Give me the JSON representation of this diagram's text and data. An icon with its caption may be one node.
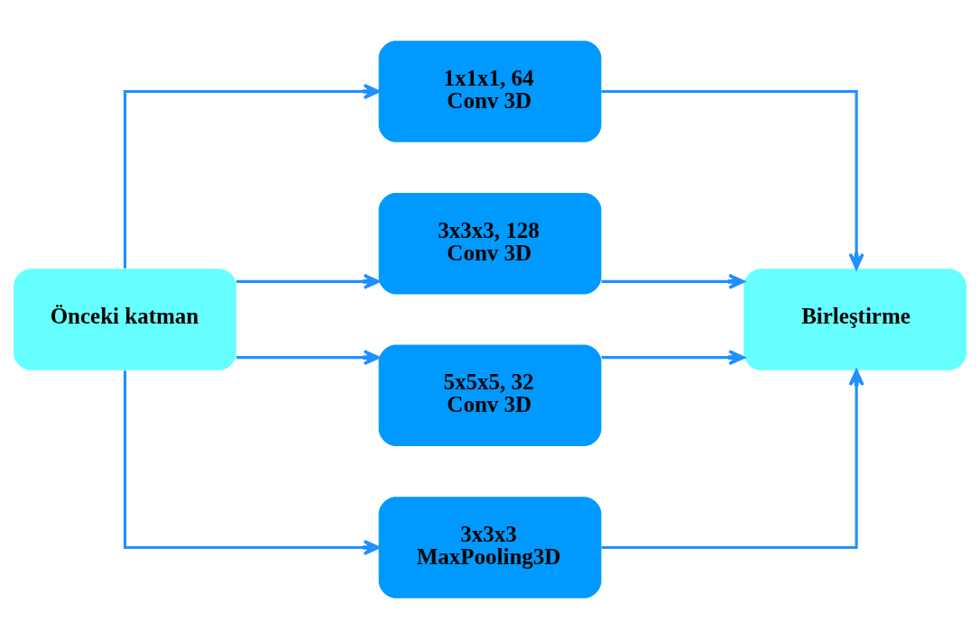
{
  "diagram": {
    "nodes": [
      {
        "text": [
          "Önceki katman"
        ]
      },
      {
        "text": [
          "1x1x1, 64",
          "Conv 3D"
        ]
      },
      {
        "text": [
          "3x3x3, 128",
          "Conv 3D"
        ]
      },
      {
        "text": [
          "5x5x5, 32",
          "Conv 3D"
        ]
      },
      {
        "text": [
          "3x3x3",
          "MaxPooling3D"
        ]
      },
      {
        "text": [
          "Birleştirme"
        ]
      }
    ],
    "edges": [
      {
        "from": 0,
        "to": 1,
        "arrow": "to"
      },
      {
        "from": 0,
        "to": 2,
        "arrow": "to"
      },
      {
        "from": 0,
        "to": 3,
        "arrow": "to"
      },
      {
        "from": 0,
        "to": 4,
        "arrow": "to"
      },
      {
        "from": 1,
        "to": 5,
        "arrow": "to"
      },
      {
        "from": 2,
        "to": 5,
        "arrow": "to"
      },
      {
        "from": 3,
        "to": 5,
        "arrow": "to"
      },
      {
        "from": 4,
        "to": 5,
        "arrow": "to"
      }
    ]
  }
}
